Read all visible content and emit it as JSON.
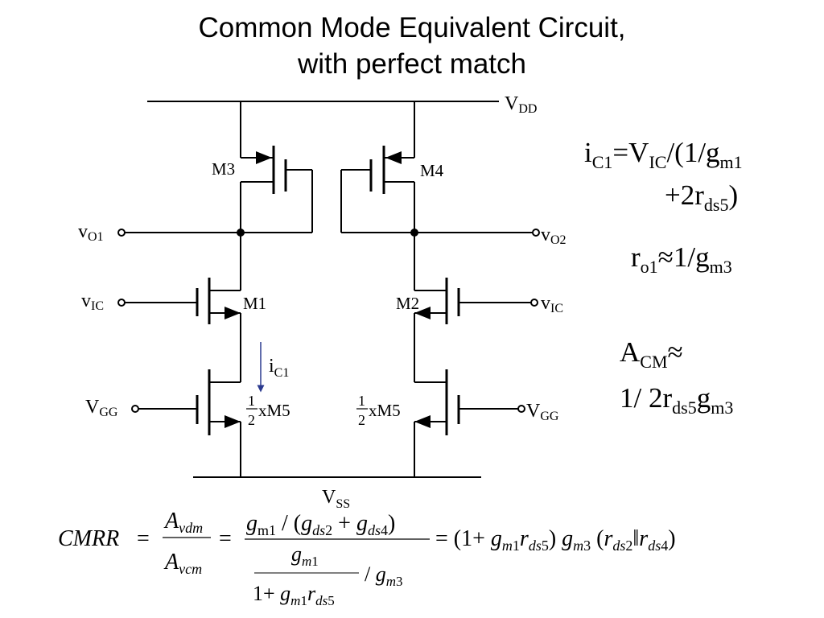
{
  "title": {
    "line1": "Common Mode Equivalent Circuit,",
    "line2": "with perfect match"
  },
  "circuit": {
    "vdd": {
      "main": "V",
      "sub": "DD"
    },
    "vss": {
      "main": "V",
      "sub": "SS"
    },
    "m3": "M3",
    "m4": "M4",
    "m1": "M1",
    "m2": "M2",
    "m5_left": "xM5",
    "m5_right": "xM5",
    "half_num": "1",
    "half_den": "2",
    "vo1": {
      "main": "v",
      "sub": "O1"
    },
    "vo2": {
      "main": "v",
      "sub": "O2"
    },
    "vic_left": {
      "main": "v",
      "sub": "IC"
    },
    "vic_right": {
      "main": "v",
      "sub": "IC"
    },
    "vgg_left": {
      "main": "V",
      "sub": "GG"
    },
    "vgg_right": {
      "main": "V",
      "sub": "GG"
    },
    "ic1": {
      "main": "i",
      "sub": "C1"
    }
  },
  "equations": {
    "ic1": {
      "a": "i",
      "a_sub": "C1",
      "b": "=V",
      "b_sub": "IC",
      "c": "/(1/g",
      "c_sub": "m1"
    },
    "ic1_line2": {
      "a": "+2r",
      "a_sub": "ds5",
      "b": ")"
    },
    "ro1": {
      "a": "r",
      "a_sub": "o1",
      "b": "≈1/g",
      "b_sub": "m3"
    },
    "acm": {
      "a": "A",
      "a_sub": "CM",
      "b": "≈"
    },
    "acm_line2": {
      "a": "1/ 2r",
      "a_sub": "ds5",
      "b": "g",
      "b_sub": "m3"
    }
  },
  "cmrr": {
    "lhs": "CMRR",
    "eq": "=",
    "num1": {
      "a": "A",
      "a_sub": "vdm"
    },
    "den1": {
      "a": "A",
      "a_sub": "vcm"
    },
    "num2": "g_m1 / (g_ds2 + g_ds4)",
    "den2": "g_m1 / (1+ g_m1 r_ds5) / g_m3",
    "rhs": "(1+ g_m1 r_ds5) g_m3 (r_ds2 ‖ r_ds4)"
  },
  "colors": {
    "wire": "#000000",
    "current_arrow": "#2b3a8f"
  }
}
